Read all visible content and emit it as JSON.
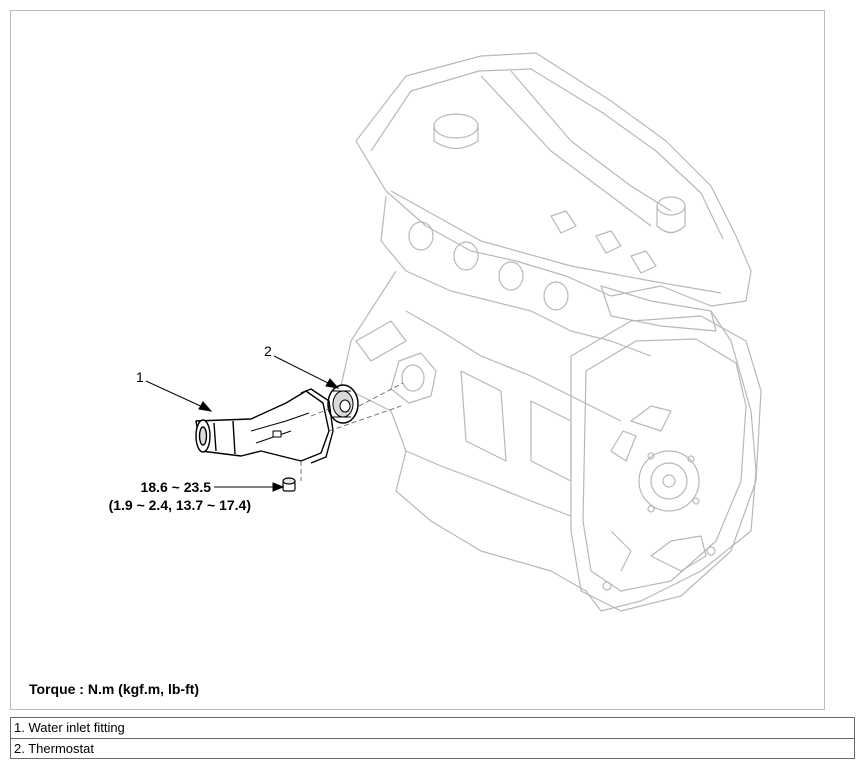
{
  "diagram": {
    "callouts": [
      {
        "number": "1"
      },
      {
        "number": "2"
      }
    ],
    "torque_value": "18.6 ~ 23.5",
    "torque_value_alt": "(1.9 ~ 2.4, 13.7 ~ 17.4)",
    "torque_note": "Torque : N.m (kgf.m, lb-ft)"
  },
  "legend": {
    "items": [
      {
        "label": "1. Water inlet fitting"
      },
      {
        "label": "2. Thermostat"
      }
    ]
  }
}
